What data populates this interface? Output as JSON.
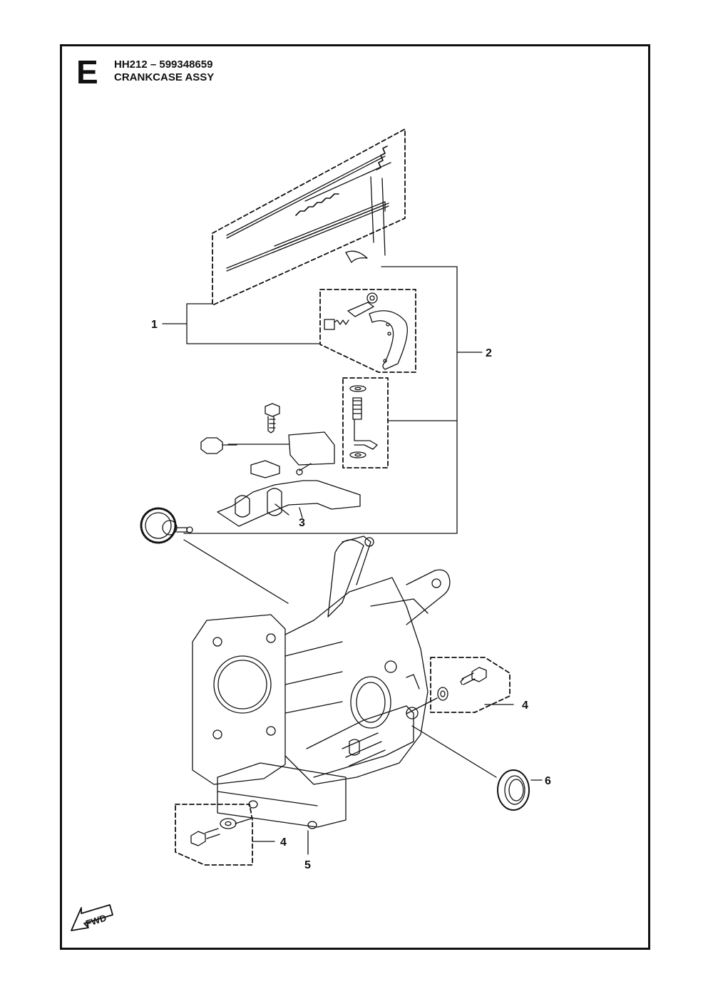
{
  "header": {
    "section_letter": "E",
    "model_line": "HH212 – 599348659",
    "assembly_title": "CRANKCASE ASSY"
  },
  "callouts": {
    "part_1": "1",
    "part_2": "2",
    "part_3": "3",
    "part_4_right": "4",
    "part_4_left": "4",
    "part_5": "5",
    "part_6": "6"
  },
  "direction_marker": {
    "label": "FWD",
    "icon": "forward-arrow-icon"
  }
}
